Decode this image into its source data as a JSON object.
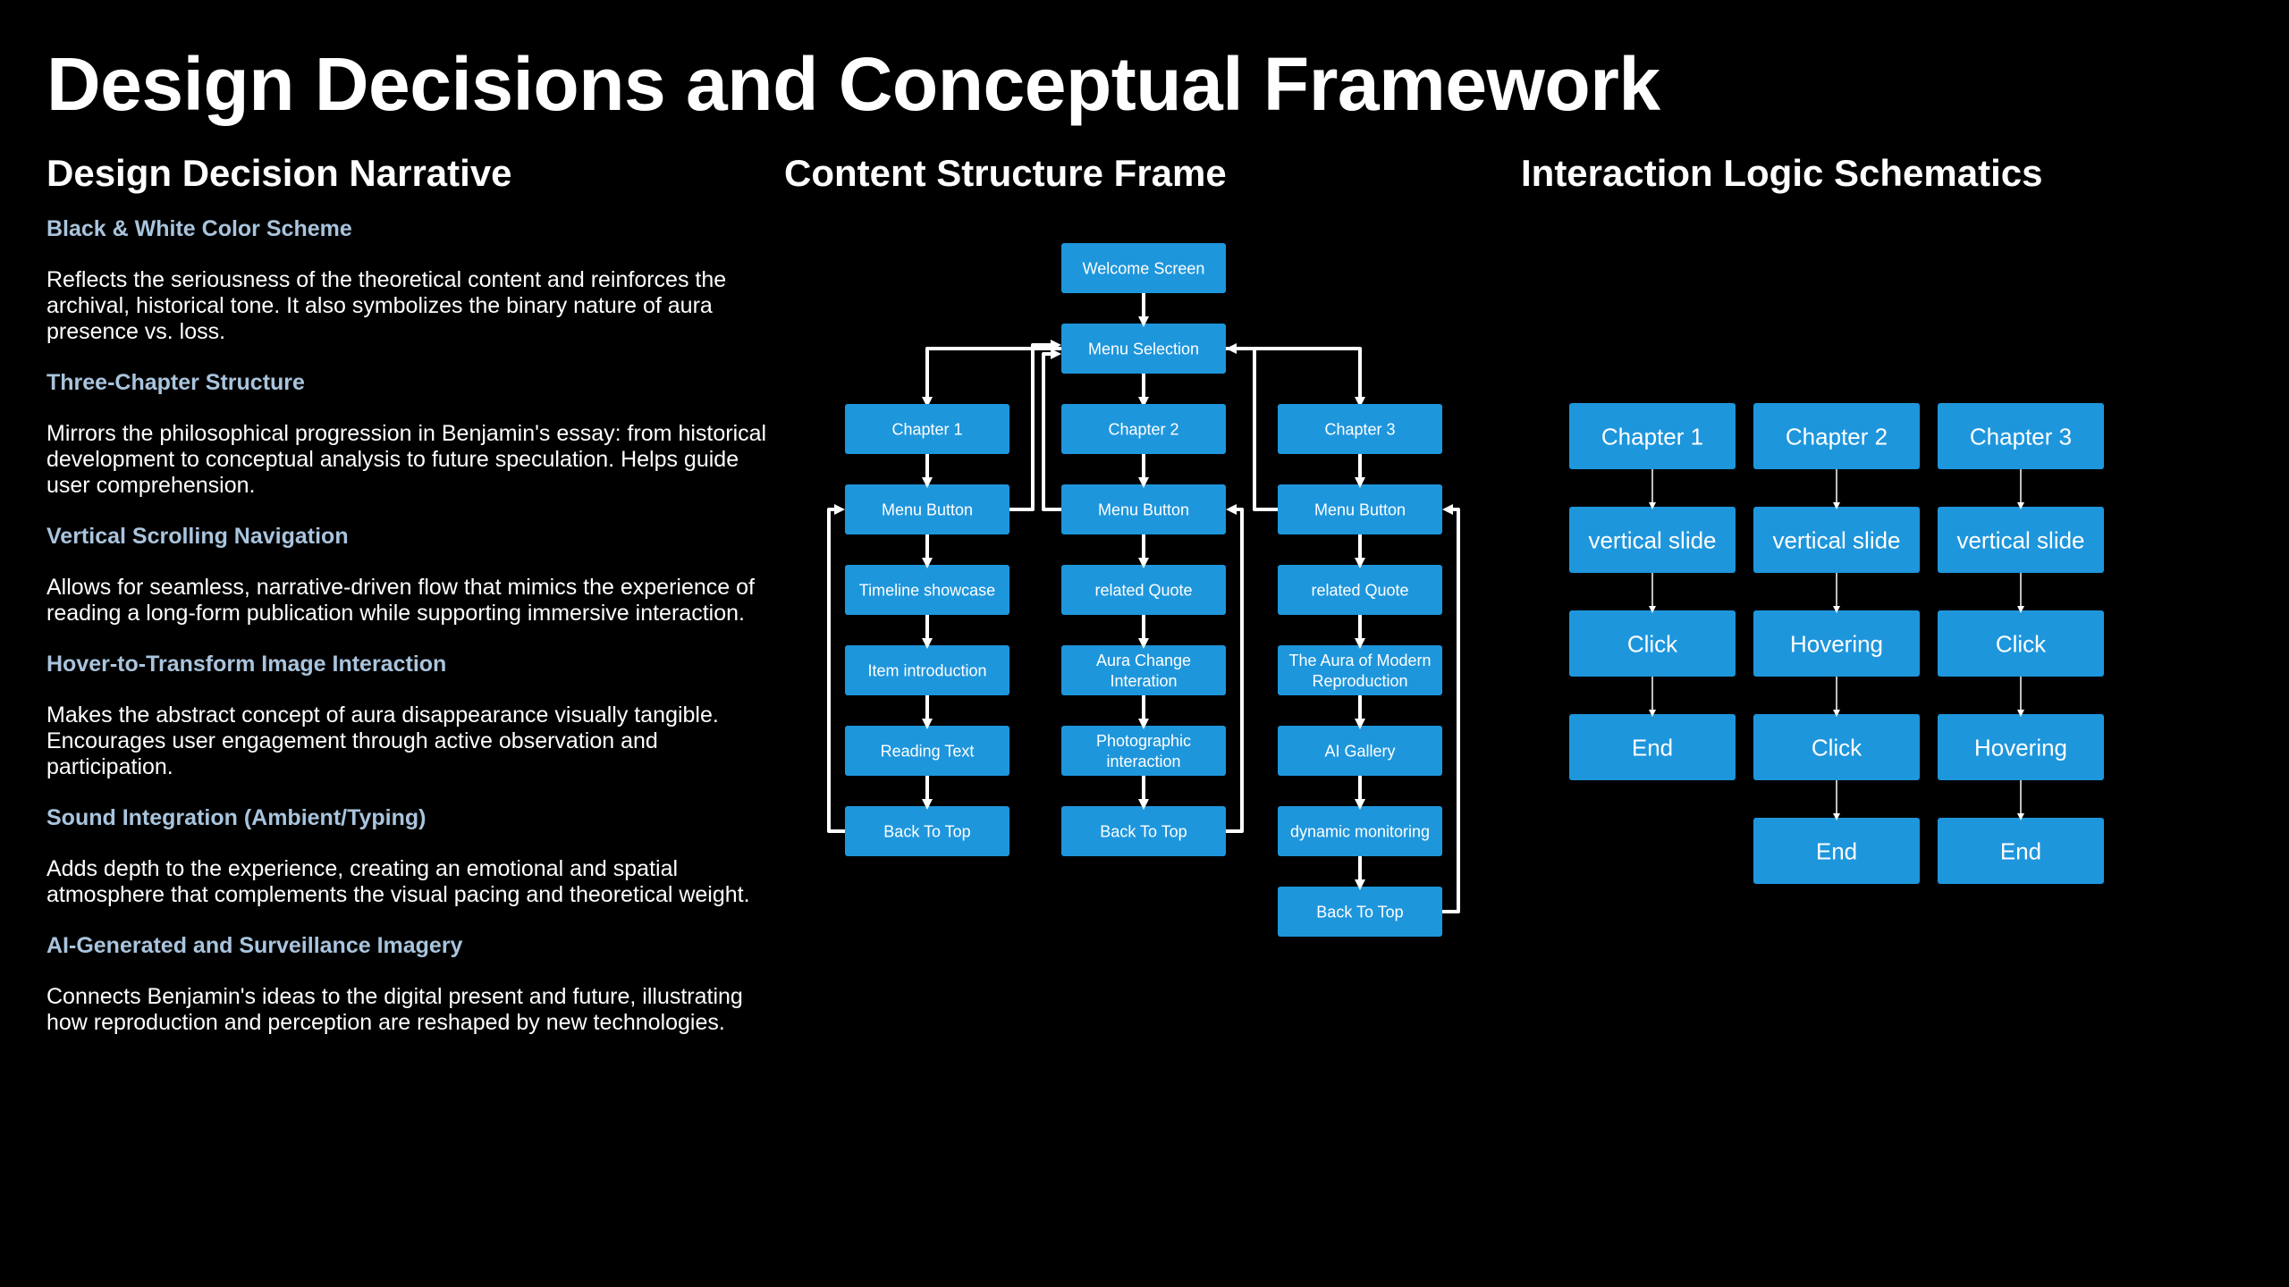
{
  "title": "Design Decisions and Conceptual Framework",
  "columns": {
    "narrative": "Design Decision Narrative",
    "content": "Content Structure Frame",
    "logic": "Interaction Logic Schematics"
  },
  "narrative": [
    {
      "heading": "Black & White Color Scheme",
      "body": "Reflects the seriousness of the theoretical content and reinforces the archival, historical tone. It also symbolizes the binary nature of aura presence vs. loss."
    },
    {
      "heading": "Three-Chapter Structure",
      "body": "Mirrors the philosophical progression in Benjamin's essay: from historical development to conceptual analysis to future speculation. Helps guide user comprehension."
    },
    {
      "heading": "Vertical Scrolling Navigation",
      "body": "Allows for seamless, narrative-driven flow that mimics the experience of reading a long-form publication while supporting immersive interaction."
    },
    {
      "heading": "Hover-to-Transform Image Interaction",
      "body": "Makes the abstract concept of aura disappearance visually tangible. Encourages user engagement through active observation and participation."
    },
    {
      "heading": "Sound Integration (Ambient/Typing)",
      "body": "Adds depth to the experience, creating an emotional and spatial atmosphere that complements the visual pacing and theoretical weight."
    },
    {
      "heading": "AI-Generated and Surveillance Imagery",
      "body": "Connects Benjamin's ideas to the digital present and future, illustrating how reproduction and perception are reshaped by new technologies."
    }
  ],
  "content_structure": {
    "root": [
      "Welcome Screen",
      "Menu Selection"
    ],
    "chapters": [
      [
        "Chapter 1",
        "Menu Button",
        "Timeline showcase",
        "Item introduction",
        "Reading Text",
        "Back To Top"
      ],
      [
        "Chapter 2",
        "Menu Button",
        "related Quote",
        "Aura Change\nInteration",
        "Photographic\ninteraction",
        "Back To Top"
      ],
      [
        "Chapter 3",
        "Menu Button",
        "related Quote",
        "The Aura of Modern\nReproduction",
        "AI Gallery",
        "dynamic monitoring",
        "Back To Top"
      ]
    ]
  },
  "interaction_logic": [
    [
      "Chapter 1",
      "vertical slide",
      "Click",
      "End"
    ],
    [
      "Chapter 2",
      "vertical slide",
      "Hovering",
      "Click",
      "End"
    ],
    [
      "Chapter 3",
      "vertical slide",
      "Click",
      "Hovering",
      "End"
    ]
  ],
  "colors": {
    "background": "#000000",
    "node_fill": "#1e96dc",
    "heading_accent": "#a9c4dd",
    "text": "#ffffff"
  }
}
